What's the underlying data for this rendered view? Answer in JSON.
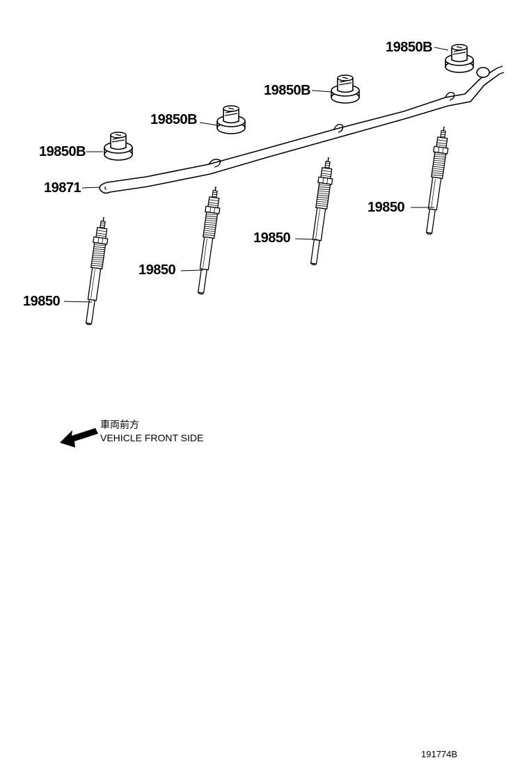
{
  "parts": {
    "nut_1": "19850B",
    "nut_2": "19850B",
    "nut_3": "19850B",
    "nut_4": "19850B",
    "wire": "19871",
    "plug_1": "19850",
    "plug_2": "19850",
    "plug_3": "19850",
    "plug_4": "19850"
  },
  "direction": {
    "jp": "車両前方",
    "en": "VEHICLE FRONT SIDE",
    "icon": "arrow-left-icon"
  },
  "drawing_code": "191774B"
}
